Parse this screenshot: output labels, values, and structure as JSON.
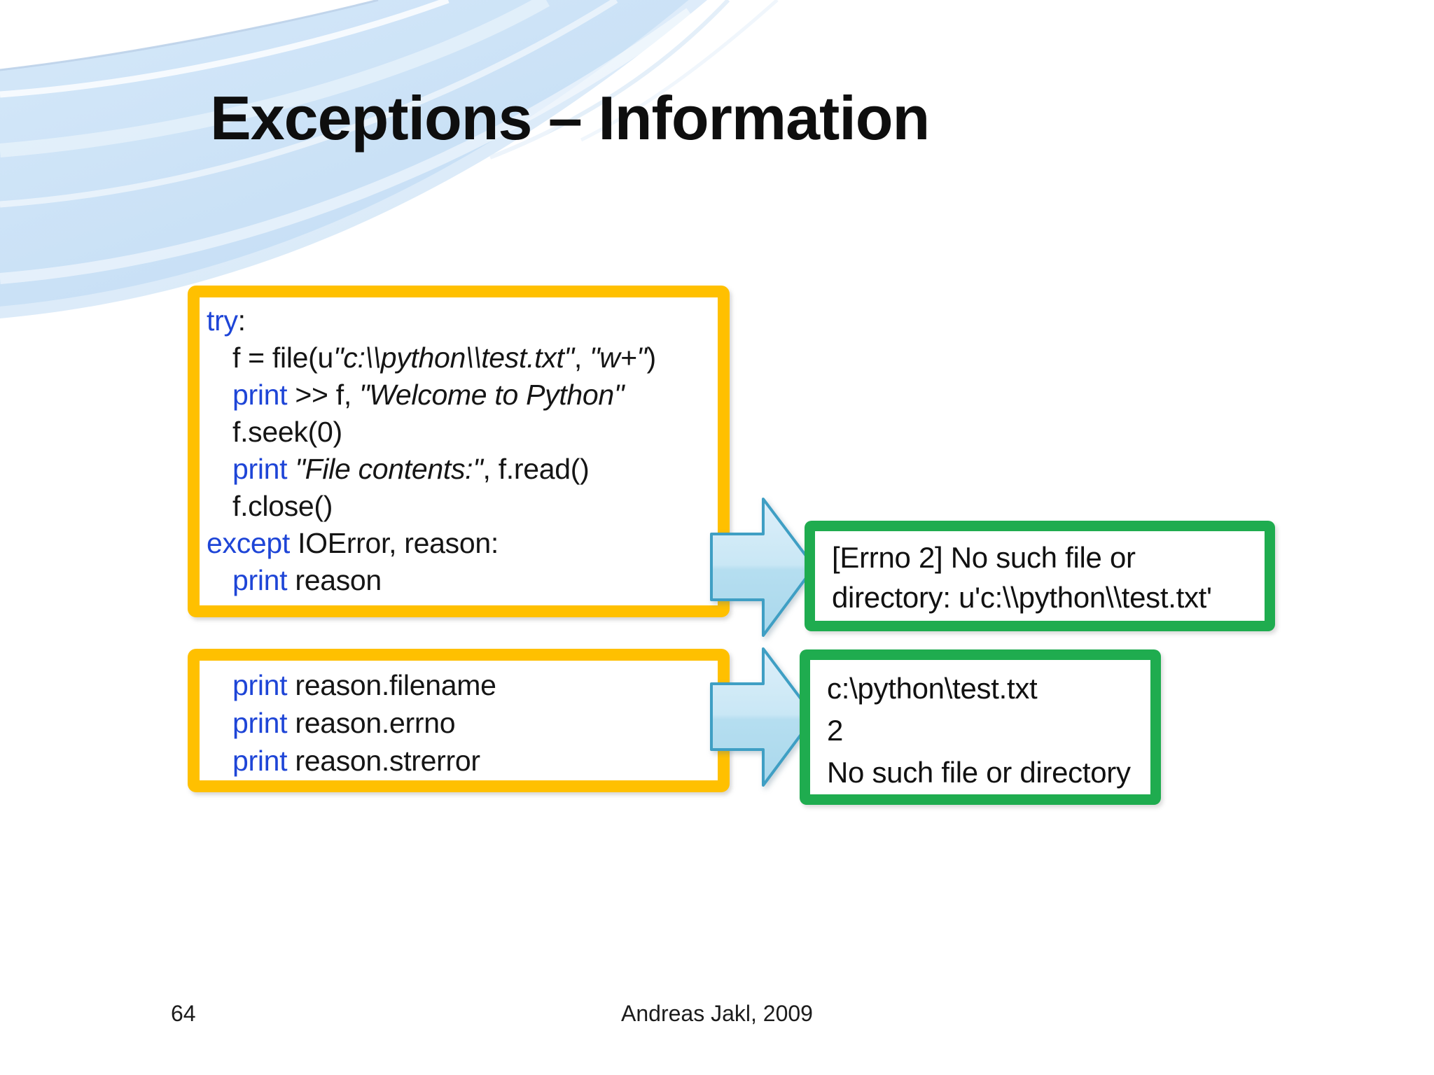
{
  "slide_title": "Exceptions – Information",
  "colors": {
    "box_accent_yellow": "#FFC000",
    "box_accent_green": "#1FAC4F",
    "keyword_blue": "#1E45D7",
    "arrow_fill_top": "#DDEFFA",
    "arrow_fill_bottom": "#AAD8EC",
    "arrow_border": "#3F9FC4",
    "swoosh_blue": "#CBE1F6"
  },
  "code_block_1": {
    "l1": {
      "kw": "try",
      "p1": ":"
    },
    "l2": {
      "p1": "f = file(u",
      "s1": "\"c:\\\\python\\\\test.txt\"",
      "p2": ", ",
      "s2": "\"w+\"",
      "p3": ")"
    },
    "l3": {
      "kw": "print",
      "p1": " >> f, ",
      "s1": "\"Welcome to Python\""
    },
    "l4": {
      "p1": "f.seek(0)"
    },
    "l5": {
      "kw": "print",
      "p1": " ",
      "s1": "\"File contents:\"",
      "p2": ", f.read()"
    },
    "l6": {
      "p1": "f.close()"
    },
    "l7": {
      "kw": "except",
      "p1": " IOError, reason:"
    },
    "l8": {
      "kw": "print",
      "p1": " reason"
    }
  },
  "code_block_2": {
    "l1": {
      "kw": "print",
      "p1": " reason.filename"
    },
    "l2": {
      "kw": "print",
      "p1": " reason.errno"
    },
    "l3": {
      "kw": "print",
      "p1": " reason.strerror"
    }
  },
  "output_box_1": {
    "line1": "[Errno 2] No such file or",
    "line2": "directory: u'c:\\\\python\\\\test.txt'"
  },
  "output_box_2": {
    "line1": "c:\\python\\test.txt",
    "line2": "2",
    "line3": "No such file or directory"
  },
  "footer": {
    "page_number": "64",
    "credit": "Andreas Jakl, 2009"
  }
}
